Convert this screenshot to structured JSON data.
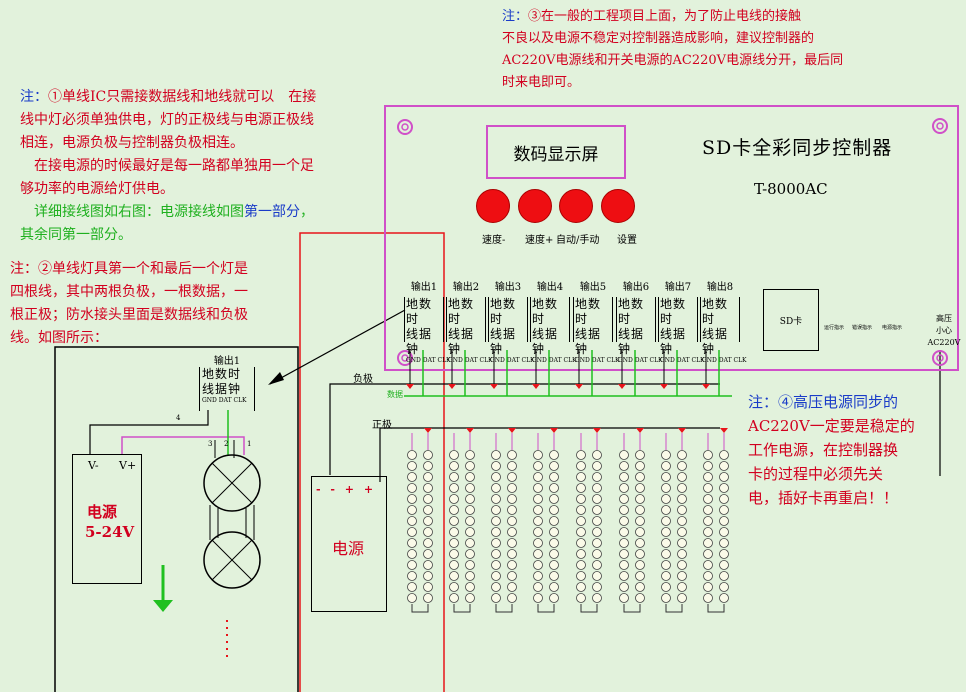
{
  "note1": {
    "prefix": "注：",
    "body_line1": "①单线IC只需接数据线和地线就可以　在接",
    "body_line2": "线中灯必须单独供电，灯的正极线与电源正极线",
    "body_line3": "相连，电源负极与控制器负极相连。",
    "body_line4": "　在接电源的时候最好是每一路都单独用一个足",
    "body_line5": "够功率的电源给灯供电。",
    "detail_a": "　详细接线图如右图：",
    "detail_b": "电源接线如图",
    "detail_c": "第一部分",
    "detail_d": "，",
    "detail_e": "其余同第一部分。"
  },
  "note2": {
    "lines": [
      "注：②单线灯具第一个和最后一个灯是",
      "四根线，其中两根负极，一根数据，一",
      "根正极；防水接头里面是数据线和负极",
      "线。如图所示："
    ]
  },
  "note3": {
    "prefix": "注：",
    "lines": [
      "③在一般的工程项目上面，为了防止电线的接触",
      "不良以及电源不稳定对控制器造成影响，建议控制器的",
      "AC220V电源线和开关电源的AC220V电源线分开，最后同",
      "时来电即可。"
    ]
  },
  "note4": {
    "lines": [
      "注：④高压电源同步的",
      "AC220V一定要是稳定的",
      "工作电源，在控制器换",
      "卡的过程中必须先关",
      "电，插好卡再重启！！"
    ]
  },
  "controller": {
    "display": "数码显示屏",
    "title": "SD卡全彩同步控制器",
    "model": "T-8000AC",
    "buttons": [
      "速度-",
      "速度+",
      "自动/手动",
      "设置"
    ],
    "sd_label": "SD卡",
    "indicators": [
      "运行指示",
      "错误指示",
      "电源指示"
    ],
    "hv_line1": "高压",
    "hv_line2": "小心",
    "hv_line3": "AC220V"
  },
  "outputs": {
    "labels": [
      "输出1",
      "输出2",
      "输出3",
      "输出4",
      "输出5",
      "输出6",
      "输出7",
      "输出8"
    ],
    "row1": "地数时",
    "row2": "线据钟",
    "pins": "GND DAT CLK"
  },
  "wiring": {
    "neg": "负极",
    "data": "数据",
    "pos": "正极",
    "psu_label": "电源",
    "psu_terms": "- - + +"
  },
  "detail": {
    "out_label": "输出1",
    "row1": "地数时",
    "row2": "线据钟",
    "pins": "GND DAT CLK",
    "wire4": "4",
    "wire3": "3",
    "wire2": "2",
    "wire1": "1",
    "vminus": "V-",
    "vplus": "V+",
    "psu_name": "电源",
    "psu_range": "5-24V"
  },
  "colors": {
    "red": "#d2001f",
    "blue": "#1a3cc8",
    "green": "#1fb01f",
    "magenta": "#d050c8"
  }
}
